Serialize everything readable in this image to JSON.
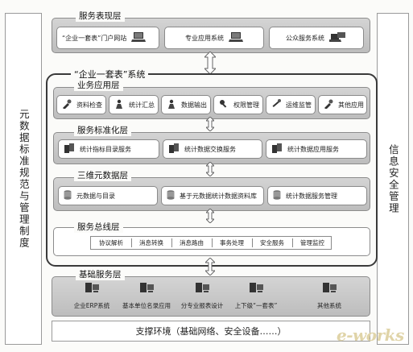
{
  "left_column": {
    "text": "元数据标准规范与管理制度"
  },
  "right_column": {
    "text": "信息安全管理"
  },
  "presentation_layer": {
    "title": "服务表现层",
    "items": [
      "“企业一套表”门户网站",
      "专业应用系统",
      "公众服务系统"
    ]
  },
  "system": {
    "title": "“企业一套表”系统"
  },
  "application_layer": {
    "title": "业务应用层",
    "items": [
      "资料检查",
      "统计汇总",
      "数据输出",
      "权限管理",
      "运维监管",
      "其他应用"
    ]
  },
  "standard_layer": {
    "title": "服务标准化层",
    "items": [
      "统计指标目录服务",
      "统计数据交换服务",
      "统计数据应用服务"
    ]
  },
  "metadata_layer": {
    "title": "三维元数据层",
    "items": [
      "元数据与目录",
      "基于元数据统计数据资料库",
      "统计数据服务管理"
    ]
  },
  "bus_layer": {
    "title": "服务总线层",
    "items": [
      "协议解析",
      "消息转换",
      "消息路由",
      "事务处理",
      "安全服务",
      "管理监控"
    ]
  },
  "base_layer": {
    "title": "基础服务层",
    "items": [
      "企业ERP系统",
      "基本单位名录应用",
      "分专业报表设计",
      "上下级“一套表”",
      "其他系统"
    ]
  },
  "support": {
    "text": "支撑环境（基础网络、安全设备……）"
  },
  "watermark": "e-works",
  "colors": {
    "layer_gray": "#c8c8c8",
    "frame": "#3a3a3a",
    "border": "#8a8a8a"
  }
}
